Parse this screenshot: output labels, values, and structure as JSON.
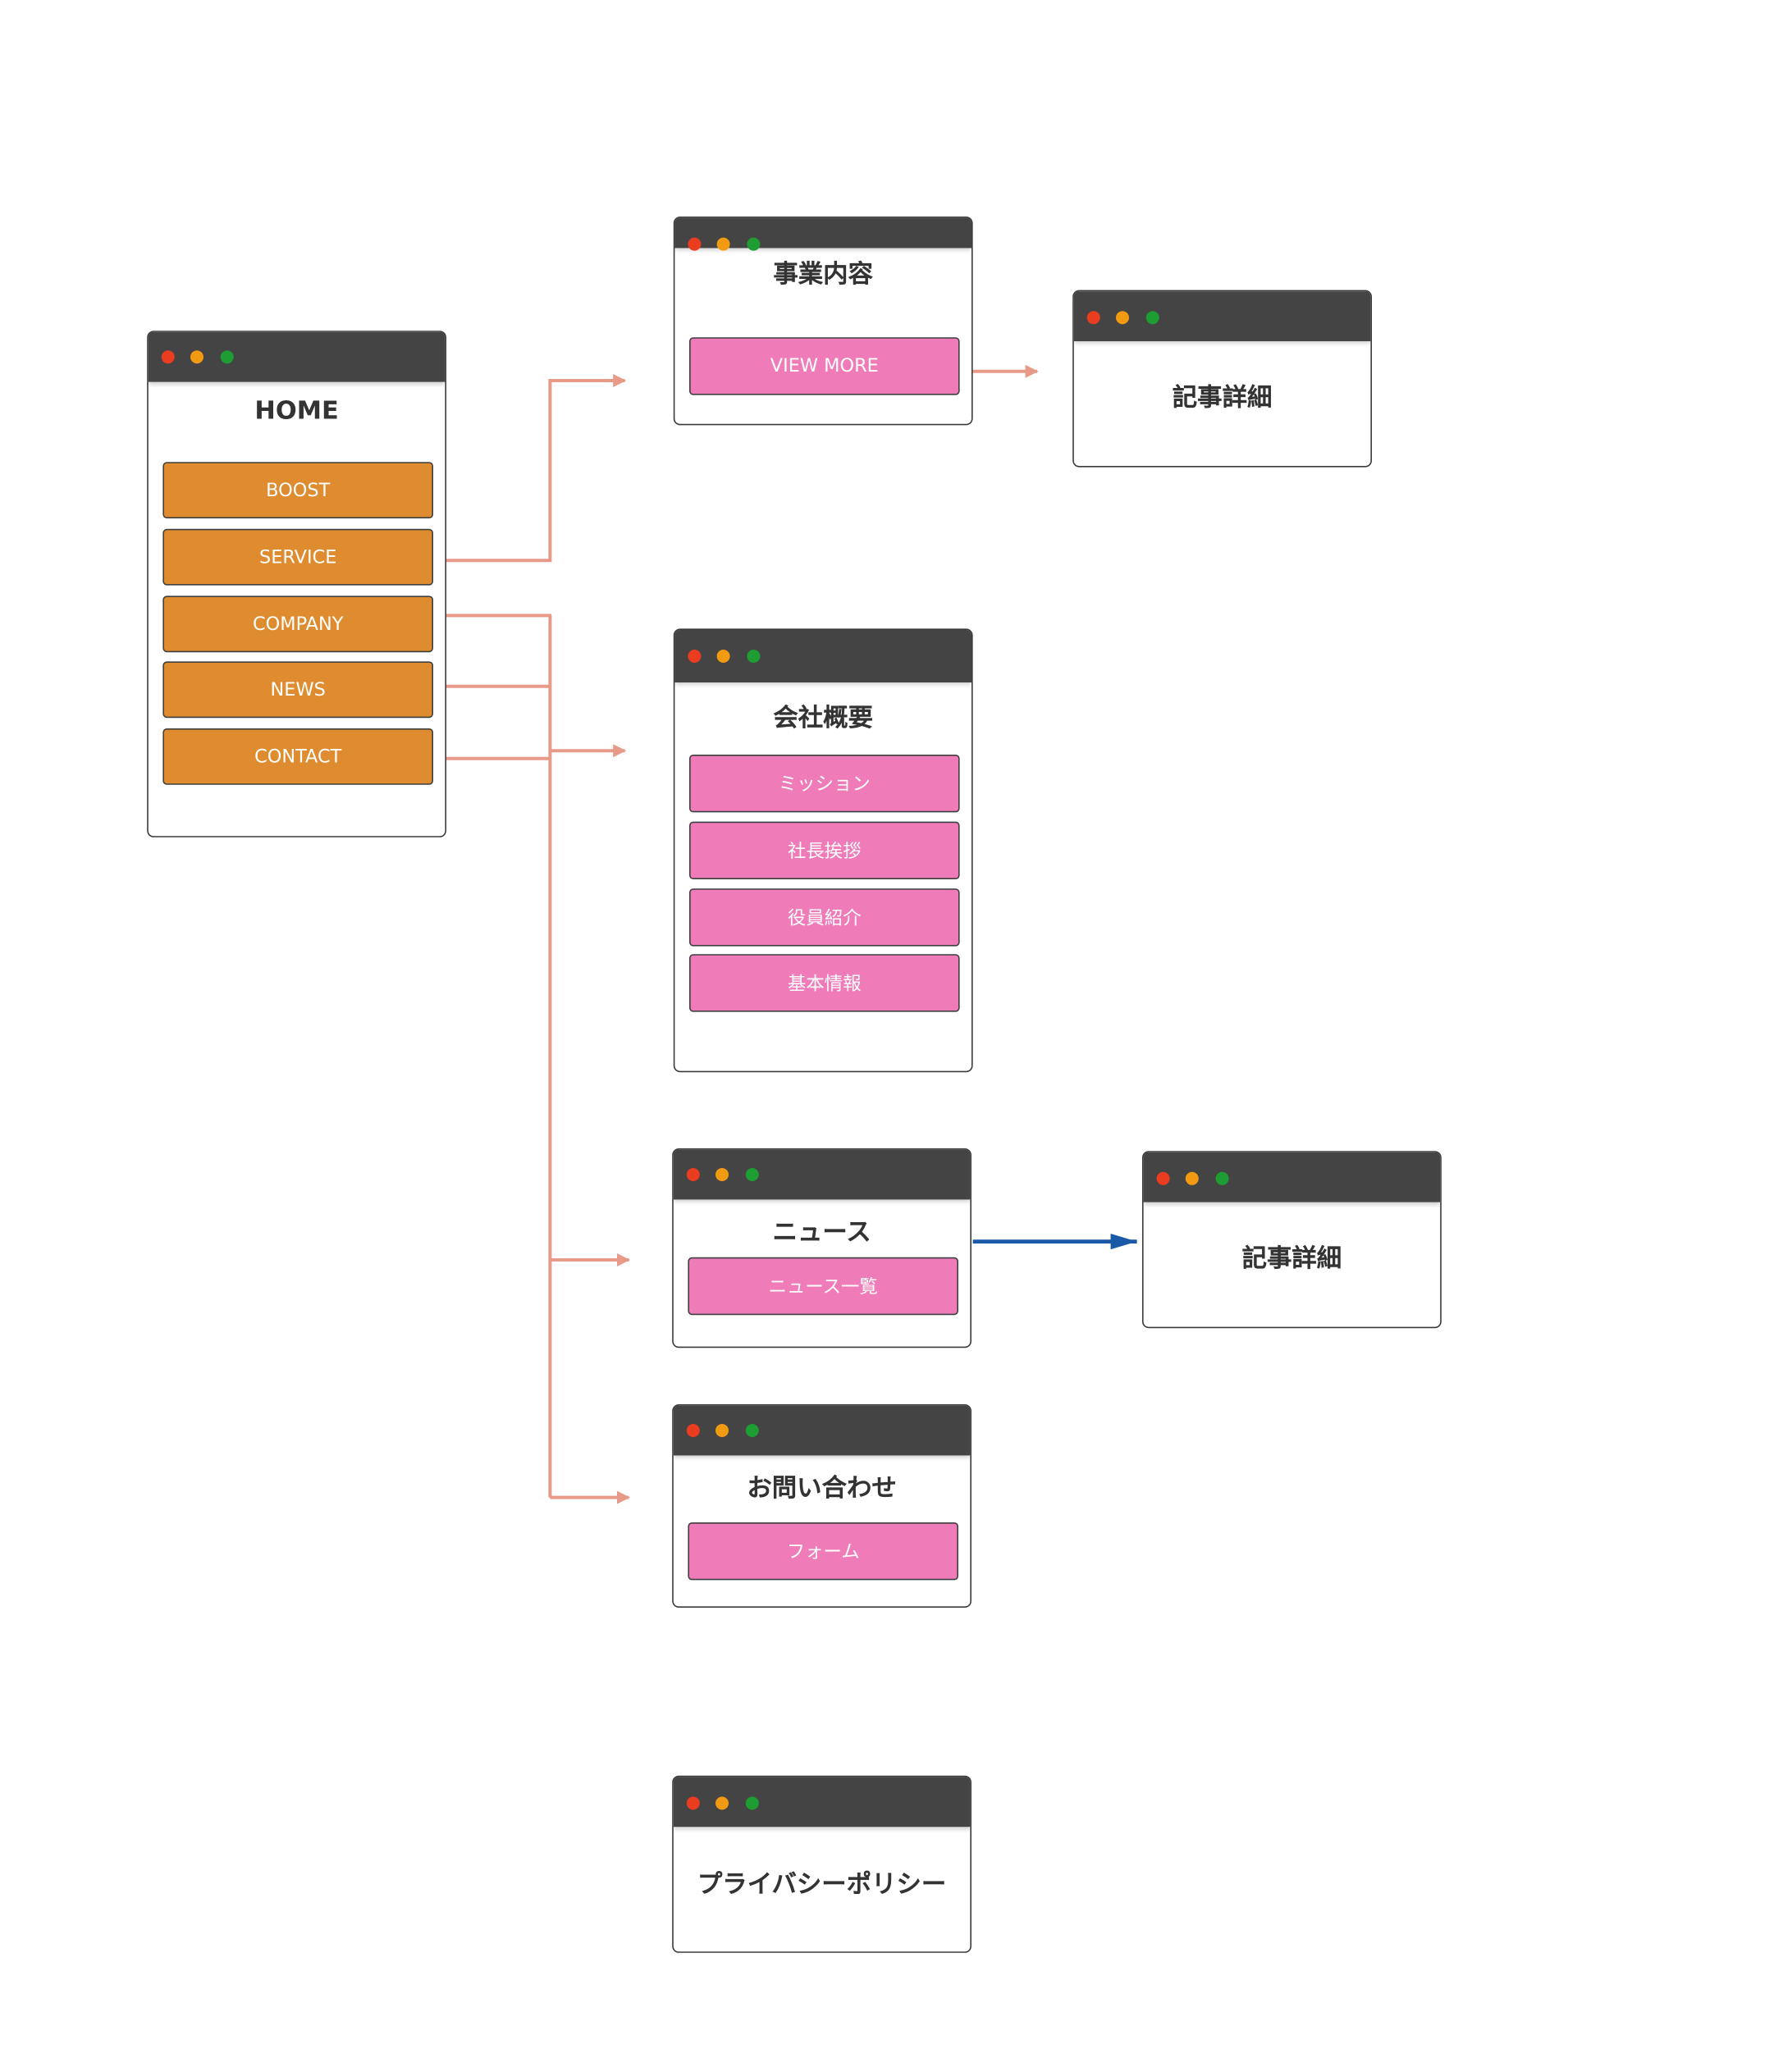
{
  "colors": {
    "nav_button": "#de8c2f",
    "sub_button": "#ef7cb9",
    "link_line": "#e89a88",
    "highlight_link": "#1a58a8",
    "titlebar": "#444444",
    "dot_red": "#ea3d1f",
    "dot_yellow": "#f29b12",
    "dot_green": "#1e9e32"
  },
  "home": {
    "title": "HOME",
    "buttons": [
      "BOOST",
      "SERVICE",
      "COMPANY",
      "NEWS",
      "CONTACT"
    ]
  },
  "service_page": {
    "title": "事業内容",
    "button": "VIEW MORE"
  },
  "service_detail": {
    "title": "記事詳細"
  },
  "company_page": {
    "title": "会社概要",
    "buttons": [
      "ミッション",
      "社長挨拶",
      "役員紹介",
      "基本情報"
    ]
  },
  "news_page": {
    "title": "ニュース",
    "button": "ニュース一覧"
  },
  "news_detail": {
    "title": "記事詳細"
  },
  "contact_page": {
    "title": "お問い合わせ",
    "button": "フォーム"
  },
  "privacy_page": {
    "title": "プライバシーポリシー"
  }
}
